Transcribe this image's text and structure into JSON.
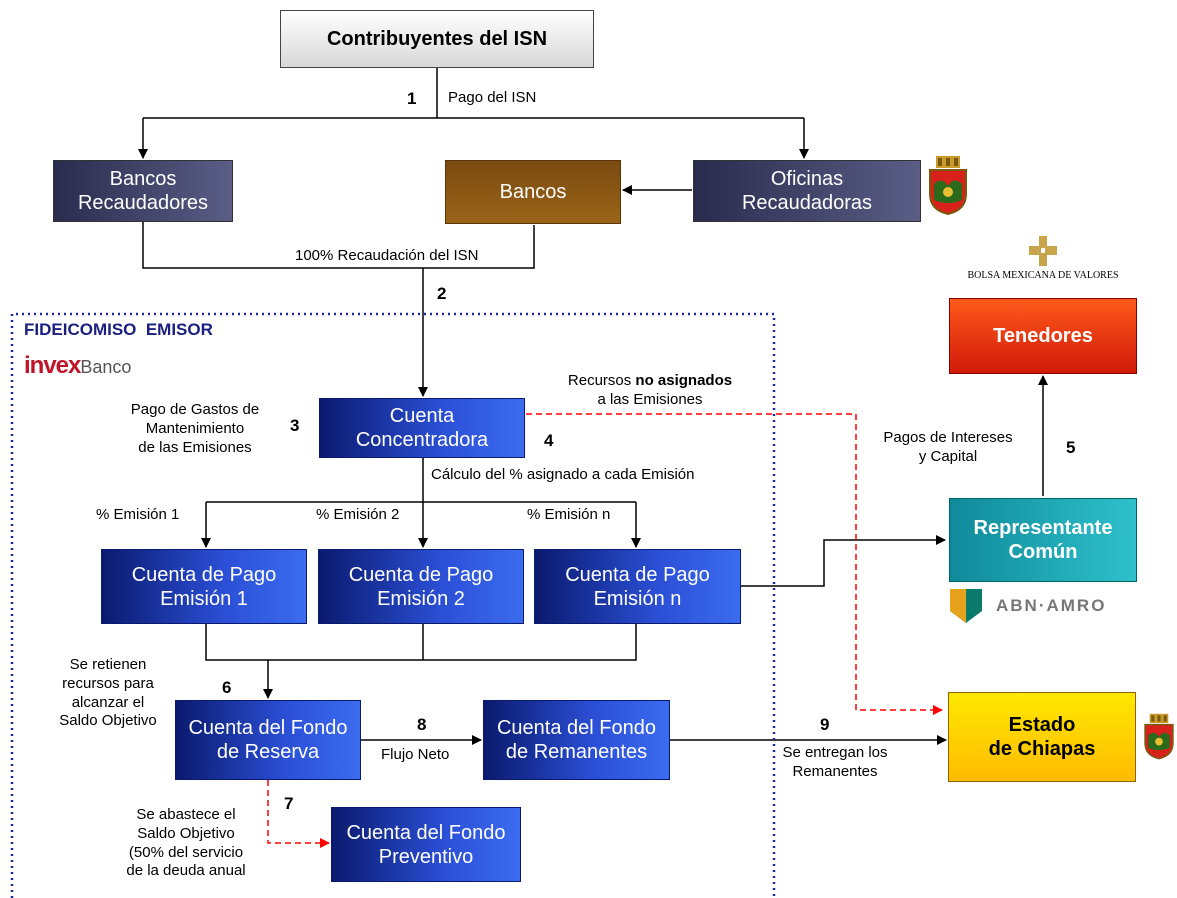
{
  "boxes": {
    "contribuyentes": "Contribuyentes del ISN",
    "bancos_recaudadores": [
      "Bancos",
      "Recaudadores"
    ],
    "bancos": "Bancos",
    "oficinas": [
      "Oficinas",
      "Recaudadoras"
    ],
    "tenedores": "Tenedores",
    "cuenta_concentradora": [
      "Cuenta",
      "Concentradora"
    ],
    "pago_1": [
      "Cuenta de Pago",
      "Emisión 1"
    ],
    "pago_2": [
      "Cuenta de Pago",
      "Emisión 2"
    ],
    "pago_n": [
      "Cuenta de Pago",
      "Emisión n"
    ],
    "representante": [
      "Representante",
      "Común"
    ],
    "fondo_reserva": [
      "Cuenta del Fondo",
      "de Reserva"
    ],
    "fondo_remanentes": [
      "Cuenta del Fondo",
      "de Remanentes"
    ],
    "estado": [
      "Estado",
      "de Chiapas"
    ],
    "fondo_preventivo": [
      "Cuenta del Fondo",
      "Preventivo"
    ]
  },
  "labels": {
    "pago_isn": "Pago del ISN",
    "recaudacion": "100% Recaudación del ISN",
    "fideicomiso": "FIDEICOMISO  EMISOR",
    "invex_logo": "invex",
    "invex_banco": "Banco",
    "bmv": "BOLSA MEXICANA DE VALORES",
    "abn_amro": "ABN·AMRO",
    "recursos_no_1": "Recursos ",
    "recursos_no_bold": "no asignados",
    "recursos_no_2": "a las Emisiones",
    "gastos": [
      "Pago de Gastos de",
      "Mantenimiento",
      "de las Emisiones"
    ],
    "calculo": "Cálculo del % asignado a cada Emisión",
    "emision_1": "% Emisión 1",
    "emision_2": "% Emisión 2",
    "emision_n": "% Emisión n",
    "pagos_intereses": [
      "Pagos de Intereses",
      "y Capital"
    ],
    "se_retienen": [
      "Se retienen",
      "recursos para",
      "alcanzar el",
      "Saldo Objetivo"
    ],
    "flujo_neto": "Flujo Neto",
    "se_entregan": [
      "Se entregan los",
      "Remanentes"
    ],
    "se_abastece": [
      "Se abastece el",
      "Saldo Objetivo",
      "(50% del servicio",
      "de la deuda anual"
    ]
  },
  "steps": [
    "1",
    "2",
    "3",
    "4",
    "5",
    "6",
    "7",
    "8",
    "9"
  ]
}
